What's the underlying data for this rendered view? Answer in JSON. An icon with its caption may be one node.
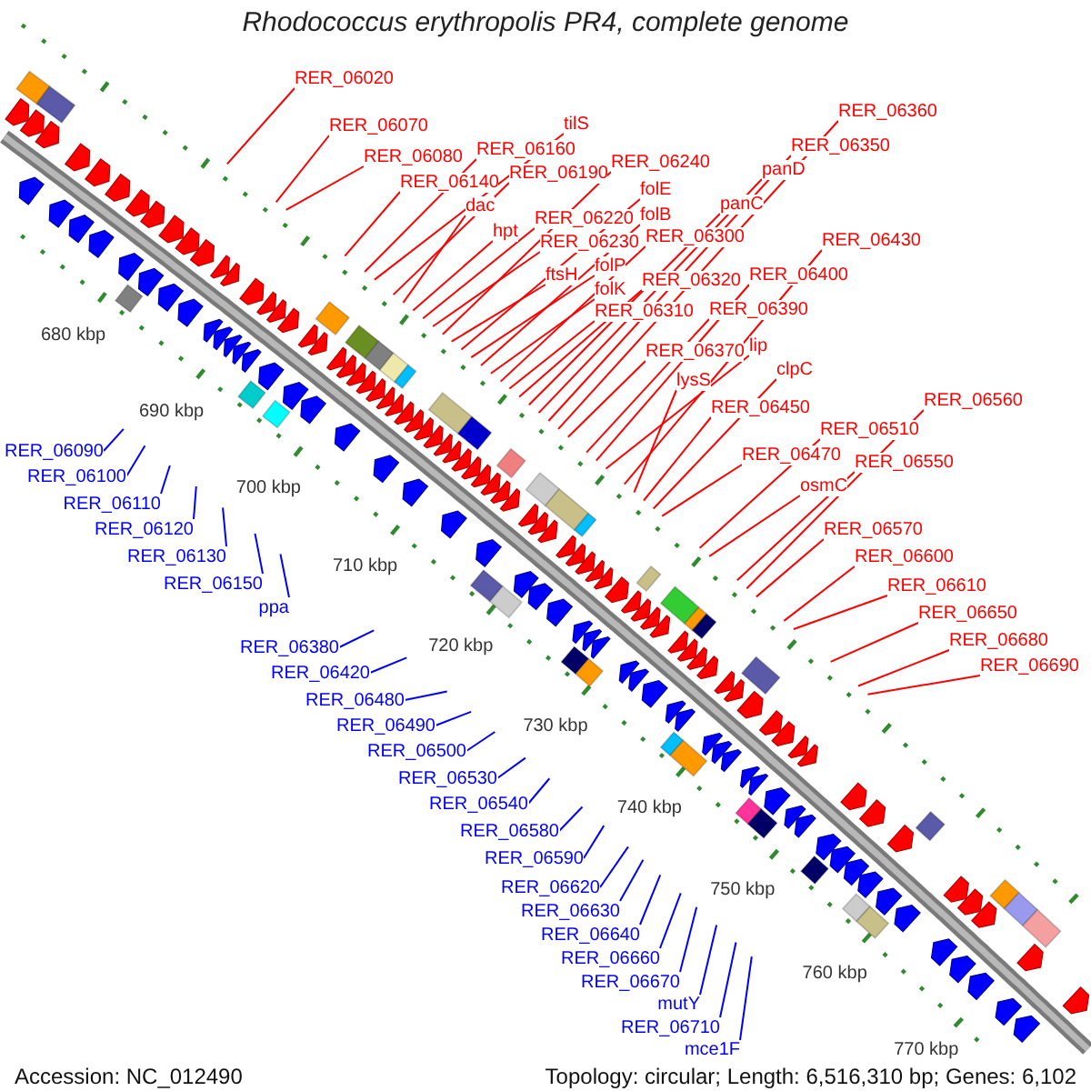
{
  "diagram": {
    "title": "Rhodococcus erythropolis PR4, complete genome",
    "nodes": [
      {
        "text": [
          "RER_06020"
        ]
      },
      {
        "text": [
          "RER_06360"
        ]
      },
      {
        "text": [
          "tilS"
        ]
      },
      {
        "text": [
          "RER_06070"
        ]
      },
      {
        "text": [
          "RER_06350"
        ]
      },
      {
        "text": [
          "RER_06160"
        ]
      },
      {
        "text": [
          "RER_06080"
        ]
      },
      {
        "text": [
          "RER_06240"
        ]
      },
      {
        "text": [
          "panD"
        ]
      },
      {
        "text": [
          "RER_06190"
        ]
      },
      {
        "text": [
          "RER_06140"
        ]
      },
      {
        "text": [
          "folE"
        ]
      },
      {
        "text": [
          "panC"
        ]
      },
      {
        "text": [
          "dac"
        ]
      },
      {
        "text": [
          "folB"
        ]
      },
      {
        "text": [
          "RER_06220"
        ]
      },
      {
        "text": [
          "hpt"
        ]
      },
      {
        "text": [
          "RER_06300"
        ]
      },
      {
        "text": [
          "RER_06430"
        ]
      },
      {
        "text": [
          "RER_06230"
        ]
      },
      {
        "text": [
          "folP"
        ]
      },
      {
        "text": [
          "ftsH"
        ]
      },
      {
        "text": [
          "RER_06400"
        ]
      },
      {
        "text": [
          "RER_06320"
        ]
      },
      {
        "text": [
          "folK"
        ]
      },
      {
        "text": [
          "RER_06390"
        ]
      },
      {
        "text": [
          "RER_06310"
        ]
      },
      {
        "text": [
          "lip"
        ]
      },
      {
        "text": [
          "RER_06370"
        ]
      },
      {
        "text": [
          "clpC"
        ]
      },
      {
        "text": [
          "lysS"
        ]
      },
      {
        "text": [
          "RER_06560"
        ]
      },
      {
        "text": [
          "RER_06450"
        ]
      },
      {
        "text": [
          "RER_06510"
        ]
      },
      {
        "text": [
          "RER_06470"
        ]
      },
      {
        "text": [
          "RER_06550"
        ]
      },
      {
        "text": [
          "osmC"
        ]
      },
      {
        "text": [
          "RER_06570"
        ]
      },
      {
        "text": [
          "RER_06600"
        ]
      },
      {
        "text": [
          "RER_06610"
        ]
      },
      {
        "text": [
          "RER_06650"
        ]
      },
      {
        "text": [
          "RER_06680"
        ]
      },
      {
        "text": [
          "RER_06690"
        ]
      },
      {
        "text": [
          "RER_06090"
        ]
      },
      {
        "text": [
          "RER_06100"
        ]
      },
      {
        "text": [
          "RER_06110"
        ]
      },
      {
        "text": [
          "RER_06120"
        ]
      },
      {
        "text": [
          "RER_06130"
        ]
      },
      {
        "text": [
          "RER_06150"
        ]
      },
      {
        "text": [
          "ppa"
        ]
      },
      {
        "text": [
          "RER_06380"
        ]
      },
      {
        "text": [
          "RER_06420"
        ]
      },
      {
        "text": [
          "RER_06480"
        ]
      },
      {
        "text": [
          "RER_06490"
        ]
      },
      {
        "text": [
          "RER_06500"
        ]
      },
      {
        "text": [
          "RER_06530"
        ]
      },
      {
        "text": [
          "RER_06540"
        ]
      },
      {
        "text": [
          "RER_06580"
        ]
      },
      {
        "text": [
          "RER_06590"
        ]
      },
      {
        "text": [
          "RER_06670"
        ]
      },
      {
        "text": [
          "RER_06620"
        ]
      },
      {
        "text": [
          "mutY"
        ]
      },
      {
        "text": [
          "RER_06630"
        ]
      },
      {
        "text": [
          "RER_06710"
        ]
      },
      {
        "text": [
          "RER_06640"
        ]
      },
      {
        "text": [
          "RER_06660"
        ]
      },
      {
        "text": [
          "mce1F"
        ]
      }
    ],
    "edges": [
      {
        "from": 0,
        "to": null,
        "arrow": "none"
      },
      {
        "from": 1,
        "to": null,
        "arrow": "none"
      },
      {
        "from": 2,
        "to": null,
        "arrow": "none"
      },
      {
        "from": 3,
        "to": null,
        "arrow": "none"
      },
      {
        "from": 4,
        "to": null,
        "arrow": "none"
      },
      {
        "from": 5,
        "to": null,
        "arrow": "none"
      },
      {
        "from": 6,
        "to": null,
        "arrow": "none"
      },
      {
        "from": 7,
        "to": null,
        "arrow": "none"
      },
      {
        "from": 8,
        "to": null,
        "arrow": "none"
      },
      {
        "from": 9,
        "to": null,
        "arrow": "none"
      },
      {
        "from": 10,
        "to": null,
        "arrow": "none"
      },
      {
        "from": 11,
        "to": null,
        "arrow": "none"
      },
      {
        "from": 12,
        "to": null,
        "arrow": "none"
      },
      {
        "from": 13,
        "to": null,
        "arrow": "none"
      },
      {
        "from": 14,
        "to": null,
        "arrow": "none"
      },
      {
        "from": 15,
        "to": null,
        "arrow": "none"
      },
      {
        "from": 16,
        "to": null,
        "arrow": "none"
      },
      {
        "from": 17,
        "to": null,
        "arrow": "none"
      },
      {
        "from": 18,
        "to": null,
        "arrow": "none"
      },
      {
        "from": 19,
        "to": null,
        "arrow": "none"
      },
      {
        "from": 20,
        "to": null,
        "arrow": "none"
      },
      {
        "from": 21,
        "to": null,
        "arrow": "none"
      },
      {
        "from": 22,
        "to": null,
        "arrow": "none"
      },
      {
        "from": 23,
        "to": null,
        "arrow": "none"
      },
      {
        "from": 24,
        "to": null,
        "arrow": "none"
      },
      {
        "from": 25,
        "to": null,
        "arrow": "none"
      },
      {
        "from": 26,
        "to": null,
        "arrow": "none"
      },
      {
        "from": 27,
        "to": null,
        "arrow": "none"
      },
      {
        "from": 28,
        "to": null,
        "arrow": "none"
      },
      {
        "from": 29,
        "to": null,
        "arrow": "none"
      },
      {
        "from": 30,
        "to": null,
        "arrow": "none"
      },
      {
        "from": 31,
        "to": null,
        "arrow": "none"
      },
      {
        "from": 32,
        "to": null,
        "arrow": "none"
      },
      {
        "from": 33,
        "to": null,
        "arrow": "none"
      },
      {
        "from": 34,
        "to": null,
        "arrow": "none"
      },
      {
        "from": 35,
        "to": null,
        "arrow": "none"
      },
      {
        "from": 36,
        "to": null,
        "arrow": "none"
      },
      {
        "from": 37,
        "to": null,
        "arrow": "none"
      },
      {
        "from": 38,
        "to": null,
        "arrow": "none"
      },
      {
        "from": 39,
        "to": null,
        "arrow": "none"
      },
      {
        "from": 40,
        "to": null,
        "arrow": "none"
      },
      {
        "from": 41,
        "to": null,
        "arrow": "none"
      },
      {
        "from": 42,
        "to": null,
        "arrow": "none"
      },
      {
        "from": 43,
        "to": null,
        "arrow": "none",
        "color": "#0000ff"
      },
      {
        "from": 44,
        "to": null,
        "arrow": "none",
        "color": "#0000ff"
      },
      {
        "from": 45,
        "to": null,
        "arrow": "none",
        "color": "#0000ff"
      },
      {
        "from": 46,
        "to": null,
        "arrow": "none",
        "color": "#0000ff"
      },
      {
        "from": 47,
        "to": null,
        "arrow": "none",
        "color": "#0000ff"
      },
      {
        "from": 48,
        "to": null,
        "arrow": "none",
        "color": "#0000ff"
      },
      {
        "from": 49,
        "to": null,
        "arrow": "none",
        "color": "#0000ff"
      },
      {
        "from": 50,
        "to": null,
        "arrow": "none",
        "color": "#0000ff"
      },
      {
        "from": 51,
        "to": null,
        "arrow": "none",
        "color": "#0000ff"
      },
      {
        "from": 52,
        "to": null,
        "arrow": "none",
        "color": "#0000ff"
      },
      {
        "from": 53,
        "to": null,
        "arrow": "none",
        "color": "#0000ff"
      },
      {
        "from": 54,
        "to": null,
        "arrow": "none",
        "color": "#0000ff"
      },
      {
        "from": 55,
        "to": null,
        "arrow": "none",
        "color": "#0000ff"
      },
      {
        "from": 56,
        "to": null,
        "arrow": "none",
        "color": "#0000ff"
      },
      {
        "from": 57,
        "to": null,
        "arrow": "none",
        "color": "#0000ff"
      },
      {
        "from": 58,
        "to": null,
        "arrow": "none",
        "color": "#0000ff"
      },
      {
        "from": 59,
        "to": null,
        "arrow": "none",
        "color": "#0000ff"
      },
      {
        "from": 60,
        "to": null,
        "arrow": "none",
        "color": "#0000ff"
      },
      {
        "from": 61,
        "to": null,
        "arrow": "none",
        "color": "#0000ff"
      },
      {
        "from": 62,
        "to": null,
        "arrow": "none",
        "color": "#0000ff"
      },
      {
        "from": 63,
        "to": null,
        "arrow": "none",
        "color": "#0000ff"
      },
      {
        "from": 64,
        "to": null,
        "arrow": "none",
        "color": "#0000ff"
      },
      {
        "from": 65,
        "to": null,
        "arrow": "none",
        "color": "#0000ff"
      },
      {
        "from": 66,
        "to": null,
        "arrow": "none",
        "color": "#0000ff"
      }
    ],
    "labels": [
      "680 kbp",
      "690 kbp",
      "700 kbp",
      "710 kbp",
      "720 kbp",
      "730 kbp",
      "740 kbp",
      "750 kbp",
      "760 kbp",
      "770 kbp",
      "Accession: NC_012490",
      "Topology: circular; Length: 6,516,310 bp; Genes: 6,102"
    ]
  }
}
